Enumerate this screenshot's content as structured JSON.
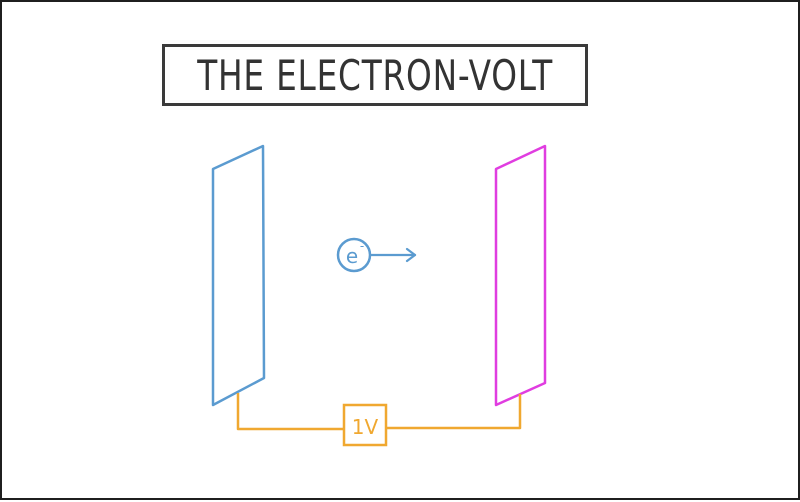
{
  "title": "THE ELECTRON-VOLT",
  "electron": {
    "symbol": "e",
    "superscript": "-"
  },
  "voltage": {
    "label": "1V"
  },
  "colors": {
    "left_plate": "#5b9bd0",
    "right_plate": "#e03de0",
    "electron": "#5b9bd0",
    "wire": "#f0a830",
    "title": "#333333"
  }
}
